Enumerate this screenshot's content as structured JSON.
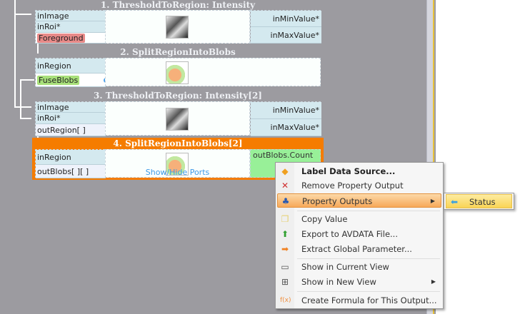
{
  "blocks": [
    {
      "title": "1. ThresholdToRegion: Intensity",
      "inputs": [
        "inImage",
        "inRoi*",
        "Foreground"
      ],
      "outputs": [
        "inMinValue*",
        "inMaxValue*"
      ]
    },
    {
      "title": "2. SplitRegionIntoBlobs",
      "inputs": [
        "inRegion",
        "FuseBlobs"
      ]
    },
    {
      "title": "3. ThresholdToRegion: Intensity[2]",
      "inputs": [
        "inImage",
        "inRoi*",
        "outRegion[ ]"
      ],
      "outputs": [
        "inMinValue*",
        "inMaxValue*"
      ]
    },
    {
      "title": "4. SplitRegionIntoBlobs[2]",
      "inputs": [
        "inRegion",
        "outBlobs[ ][ ]"
      ],
      "outputs": [
        "outBlobs.Count"
      ],
      "show_hide": "Show/Hide Ports"
    }
  ],
  "menu": {
    "items": [
      "Label Data Source...",
      "Remove Property Output",
      "Property Outputs",
      "Copy Value",
      "Export to AVDATA File...",
      "Extract Global Parameter...",
      "Show in Current View",
      "Show in New View",
      "Create Formula for This Output..."
    ]
  },
  "submenu": {
    "items": [
      "Status"
    ]
  },
  "colors": {
    "selected": "#f57c00",
    "highlight": "#f7a95a",
    "output_green": "#98f098"
  }
}
